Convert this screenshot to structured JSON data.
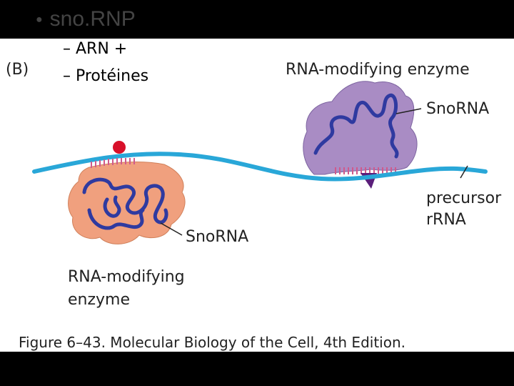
{
  "slide": {
    "bullet": "sno.RNP",
    "sub_items": [
      "– ARN +",
      "– Protéines"
    ]
  },
  "figure": {
    "panel_label": "(B)",
    "label_enzyme_top": "RNA-modifying enzyme",
    "label_snorna_top": "SnoRNA",
    "label_precursor_line1": "precursor",
    "label_precursor_line2": "rRNA",
    "label_snorna_bottom": "SnoRNA",
    "label_enzyme_bottom_line1": "RNA-modifying",
    "label_enzyme_bottom_line2": "enzyme",
    "caption": "Figure 6–43. Molecular Biology of the Cell, 4th Edition."
  },
  "colors": {
    "rrna_line": "#29a7d8",
    "snorna": "#2f3aa0",
    "enzyme_bottom": "#f0a07e",
    "enzyme_top": "#a98cc4",
    "modification_dot": "#d8102a",
    "wedge": "#5a1e7a"
  }
}
